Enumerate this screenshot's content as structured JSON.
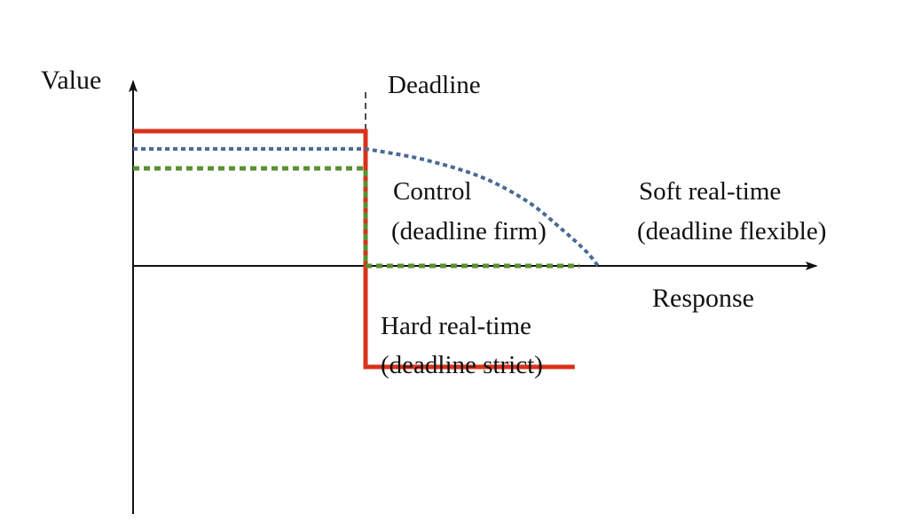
{
  "chart_data": {
    "type": "line",
    "xlabel": "Response",
    "ylabel": "Value",
    "annotations": {
      "deadline": "Deadline",
      "control_line1": "Control",
      "control_line2": "(deadline firm)",
      "soft_line1": "Soft real-time",
      "soft_line2": "(deadline flexible)",
      "hard_line1": "Hard real-time",
      "hard_line2": "(deadline strict)"
    },
    "deadline_x": 1.0,
    "xlim": [
      0,
      2.9
    ],
    "ylim": [
      -1.4,
      1.0
    ],
    "series": [
      {
        "key": "hard",
        "color": "#d9321a",
        "dash": "solid",
        "points": [
          [
            0,
            0.76
          ],
          [
            1.0,
            0.76
          ],
          [
            1.0,
            -0.57
          ],
          [
            1.9,
            -0.57
          ]
        ]
      },
      {
        "key": "soft",
        "color": "#4a6a94",
        "dash": "dotted",
        "points": [
          [
            0,
            0.66
          ],
          [
            1.0,
            0.66
          ],
          [
            1.25,
            0.6
          ],
          [
            1.5,
            0.5
          ],
          [
            1.7,
            0.36
          ],
          [
            1.85,
            0.2
          ],
          [
            1.95,
            0.08
          ],
          [
            2.0,
            0.0
          ]
        ]
      },
      {
        "key": "control",
        "color": "#5a8f33",
        "dash": "dotted",
        "points": [
          [
            0,
            0.55
          ],
          [
            1.0,
            0.55
          ],
          [
            1.0,
            0.0
          ],
          [
            1.92,
            0.0
          ]
        ]
      }
    ]
  }
}
